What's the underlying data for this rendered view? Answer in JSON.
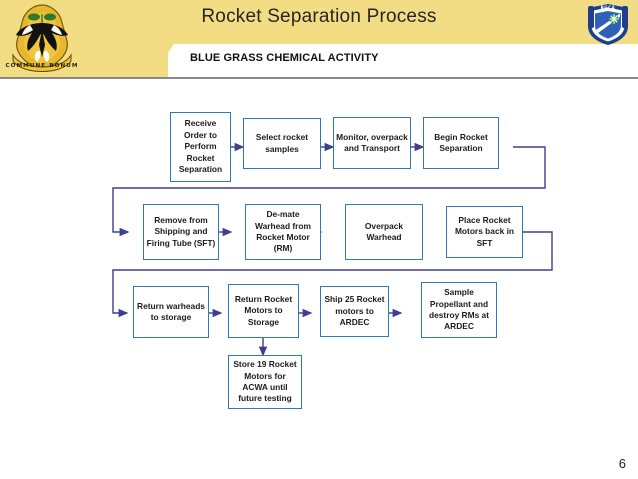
{
  "header": {
    "title": "Rocket Separation Process",
    "subtitle": "BLUE GRASS CHEMICAL ACTIVITY",
    "left_logo_name": "army-chemical-activity-crest",
    "left_logo_motto": "COMMUNE BONUM",
    "right_logo_name": "bgca-shield-crest",
    "band_color": "#F2DC84",
    "title_color": "#262626"
  },
  "footer": {
    "page_number": "6"
  },
  "chart_data": {
    "type": "diagram",
    "title": "Rocket Separation Process",
    "node_border_color": "#2E79B5",
    "connector_color": "#3F3F8F",
    "rows": [
      {
        "row": 1,
        "nodes": [
          {
            "id": "n1",
            "label": "Receive Order to Perform Rocket Separation"
          },
          {
            "id": "n2",
            "label": "Select rocket samples"
          },
          {
            "id": "n3",
            "label": "Monitor, overpack and Transport"
          },
          {
            "id": "n4",
            "label": "Begin Rocket Separation"
          }
        ]
      },
      {
        "row": 2,
        "nodes": [
          {
            "id": "n5",
            "label": "Remove from Shipping and Firing Tube (SFT)"
          },
          {
            "id": "n6",
            "label": "De-mate Warhead from Rocket Motor (RM)"
          },
          {
            "id": "n7",
            "label": "Overpack Warhead"
          },
          {
            "id": "n8",
            "label": "Place  Rocket Motors back in SFT"
          }
        ]
      },
      {
        "row": 3,
        "nodes": [
          {
            "id": "n9",
            "label": "Return warheads to storage"
          },
          {
            "id": "n10",
            "label": "Return Rocket Motors  to Storage"
          },
          {
            "id": "n11",
            "label": "Ship 25 Rocket motors to ARDEC"
          },
          {
            "id": "n12",
            "label": "Sample Propellant and destroy RMs at ARDEC"
          }
        ]
      },
      {
        "row": 4,
        "nodes": [
          {
            "id": "n13",
            "label": "Store 19 Rocket Motors for ACWA until future testing"
          }
        ]
      }
    ],
    "edges": [
      {
        "from": "n1",
        "to": "n2"
      },
      {
        "from": "n2",
        "to": "n3"
      },
      {
        "from": "n3",
        "to": "n4"
      },
      {
        "from": "n4",
        "to": "n5"
      },
      {
        "from": "n5",
        "to": "n6"
      },
      {
        "from": "n6",
        "to": "n7"
      },
      {
        "from": "n7",
        "to": "n8"
      },
      {
        "from": "n8",
        "to": "n9"
      },
      {
        "from": "n9",
        "to": "n10"
      },
      {
        "from": "n10",
        "to": "n11"
      },
      {
        "from": "n11",
        "to": "n12"
      },
      {
        "from": "n10",
        "to": "n13"
      }
    ]
  }
}
